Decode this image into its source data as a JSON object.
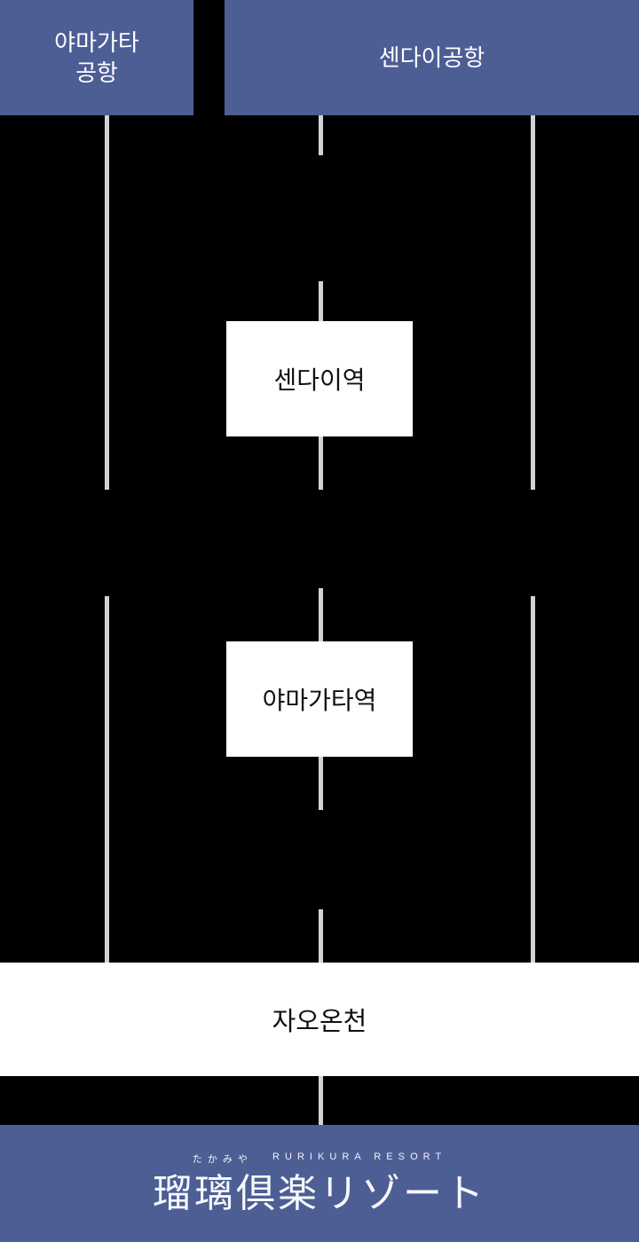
{
  "diagram": {
    "nodes": {
      "yamagata_airport": {
        "label_line1": "야마가타",
        "label_line2": "공항"
      },
      "sendai_airport": {
        "label": "센다이공항"
      },
      "sendai_station": {
        "label": "센다이역"
      },
      "yamagata_station": {
        "label": "야마가타역"
      },
      "zao_onsen": {
        "label": "자오온천"
      }
    }
  },
  "footer": {
    "furigana": "たかみや",
    "latin_name": "RURIKURA RESORT",
    "logo_text": "瑠璃倶楽リゾート"
  },
  "colors": {
    "background": "#000000",
    "accent_blue": "#4D5E95",
    "connector_gray": "#D3D3D3",
    "node_white": "#FFFFFF",
    "text_dark": "#111111",
    "text_light": "#FFFFFF"
  }
}
